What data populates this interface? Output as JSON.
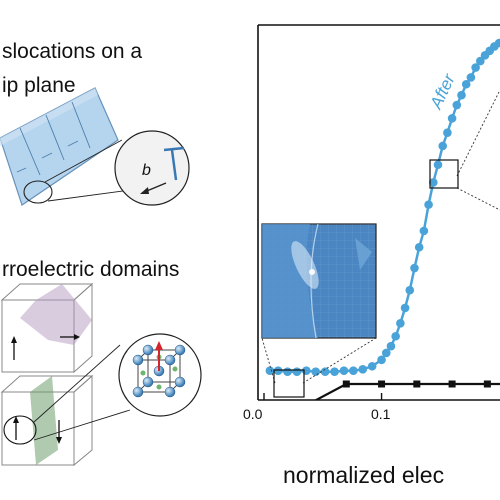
{
  "left_panel": {
    "heading1_line1": "slocations on a",
    "heading1_line2": "ip plane",
    "burgers_label": "b",
    "heading2": "rroelectric domains"
  },
  "chart_data": {
    "type": "line",
    "xlabel": "normalized elec",
    "x_ticks": [
      "0.0",
      "0.1"
    ],
    "xlim": [
      0.0,
      0.205
    ],
    "ylim": [
      0,
      1
    ],
    "series": [
      {
        "name": "After",
        "color": "#4aa3d8",
        "x": [
          0.005,
          0.012,
          0.02,
          0.028,
          0.036,
          0.044,
          0.052,
          0.06,
          0.068,
          0.076,
          0.084,
          0.092,
          0.1,
          0.104,
          0.108,
          0.112,
          0.116,
          0.12,
          0.124,
          0.128,
          0.132,
          0.136,
          0.14,
          0.144,
          0.148,
          0.152,
          0.156,
          0.16,
          0.164,
          0.168,
          0.172,
          0.176,
          0.18,
          0.184,
          0.188,
          0.192,
          0.196,
          0.2
        ],
        "y": [
          0.039,
          0.039,
          0.036,
          0.036,
          0.039,
          0.036,
          0.036,
          0.036,
          0.039,
          0.039,
          0.043,
          0.052,
          0.071,
          0.091,
          0.111,
          0.14,
          0.178,
          0.223,
          0.275,
          0.34,
          0.401,
          0.449,
          0.526,
          0.591,
          0.643,
          0.698,
          0.737,
          0.779,
          0.818,
          0.847,
          0.879,
          0.899,
          0.928,
          0.947,
          0.964,
          0.977,
          0.99,
          1.0
        ]
      },
      {
        "name": "",
        "color": "#111111",
        "x": [
          0.04,
          0.07,
          0.1,
          0.13,
          0.16,
          0.19,
          0.205
        ],
        "y": [
          -0.055,
          0.0,
          0.0,
          0.0,
          0.0,
          0.0,
          0.0
        ]
      }
    ]
  }
}
